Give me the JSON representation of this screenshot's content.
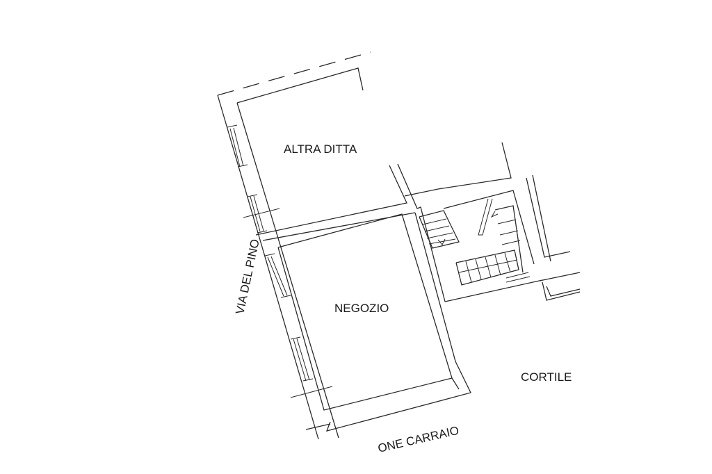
{
  "labels": {
    "altra_ditta": "ALTRA DITTA",
    "negozio": "NEGOZIO",
    "cortile": "CORTILE",
    "via_del_pino": "VIA DEL PINO",
    "passaggio": "ONE CARRAIO"
  }
}
